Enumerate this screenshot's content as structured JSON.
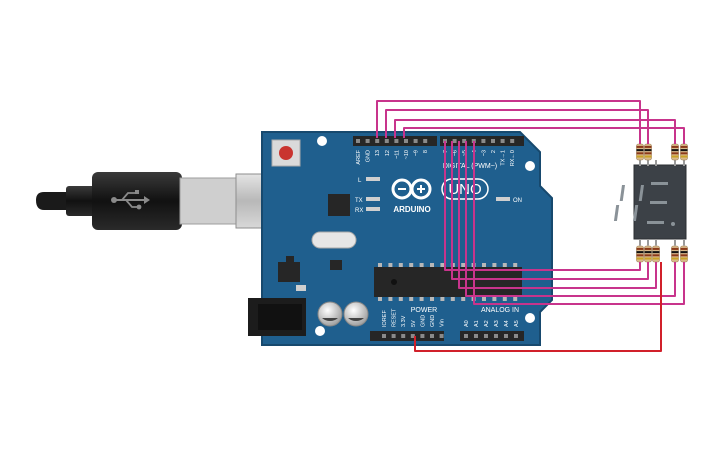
{
  "board": {
    "brand": "ARDUINO",
    "model": "UNO",
    "digital_header": "DIGITAL (PWM~)",
    "power_header": "POWER",
    "analog_header": "ANALOG IN",
    "on_label": "ON",
    "led_l": "L",
    "led_tx": "TX",
    "led_rx": "RX",
    "top_pins": [
      "AREF",
      "GND",
      "13",
      "12",
      "~11",
      "~10",
      "~9",
      "8",
      "7",
      "~6",
      "~5",
      "4",
      "~3",
      "2",
      "TX→1",
      "RX←0"
    ],
    "power_pins": [
      "IOREF",
      "RESET",
      "3.3V",
      "5V",
      "GND",
      "GND",
      "Vin"
    ],
    "analog_pins": [
      "A0",
      "A1",
      "A2",
      "A3",
      "A4",
      "A5"
    ]
  },
  "display": {
    "type": "7-segment display",
    "digit": "8"
  },
  "colors": {
    "board": "#1f5f8e",
    "board_edge": "#17496e",
    "wire_signal": "#c8348c",
    "wire_power": "#d1202a",
    "display_body": "#3c4147",
    "segment_off": "#8a9298"
  },
  "usb_icon": "usb-icon"
}
